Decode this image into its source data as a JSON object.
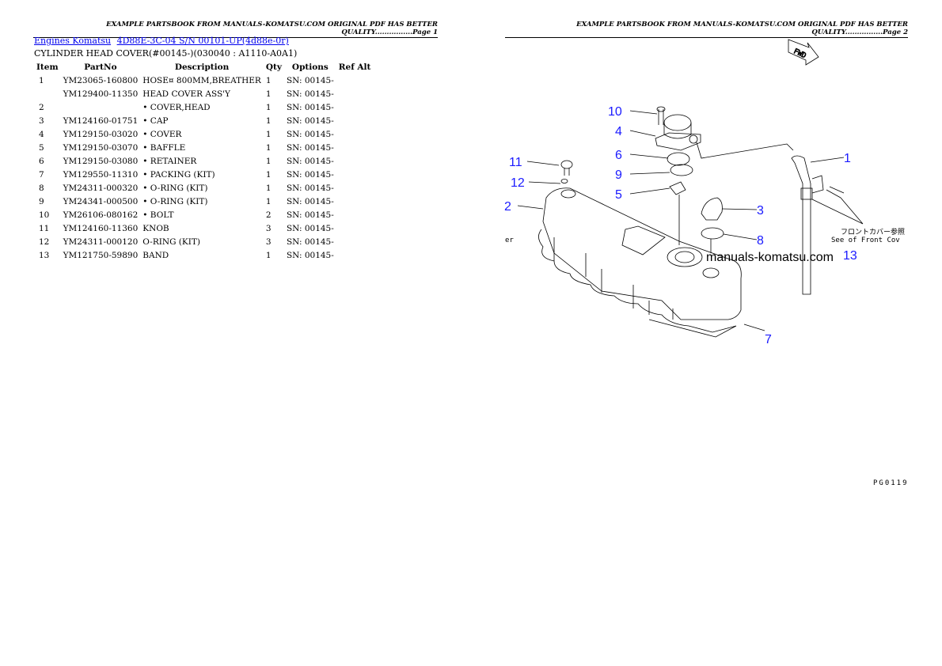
{
  "page1": {
    "header": "EXAMPLE PARTSBOOK FROM MANUALS-KOMATSU.COM ORIGINAL PDF HAS BETTER QUALITY................Page 1",
    "breadcrumbs": [
      "Engines Komatsu",
      "4D88E-3C-04 S/N 00101-UP(4d88e-0r)"
    ],
    "subtitle": "CYLINDER HEAD COVER(#00145-)(030040 : A1110-A0A1)",
    "columns": [
      "Item",
      "PartNo",
      "Description",
      "Qty",
      "Options",
      "Ref Alt"
    ],
    "rows": [
      {
        "item": "1",
        "part": "YM23065-160800",
        "desc": "HOSE¤ 800MM,BREATHER",
        "qty": "1",
        "options": "SN: 00145-"
      },
      {
        "item": "",
        "part": "YM129400-11350",
        "desc": "HEAD COVER ASS'Y",
        "qty": "1",
        "options": "SN: 00145-"
      },
      {
        "item": "2",
        "part": "",
        "desc": "• COVER,HEAD",
        "qty": "1",
        "options": "SN: 00145-"
      },
      {
        "item": "3",
        "part": "YM124160-01751",
        "desc": "• CAP",
        "qty": "1",
        "options": "SN: 00145-"
      },
      {
        "item": "4",
        "part": "YM129150-03020",
        "desc": "• COVER",
        "qty": "1",
        "options": "SN: 00145-"
      },
      {
        "item": "5",
        "part": "YM129150-03070",
        "desc": "• BAFFLE",
        "qty": "1",
        "options": "SN: 00145-"
      },
      {
        "item": "6",
        "part": "YM129150-03080",
        "desc": "• RETAINER",
        "qty": "1",
        "options": "SN: 00145-"
      },
      {
        "item": "7",
        "part": "YM129550-11310",
        "desc": "• PACKING (KIT)",
        "qty": "1",
        "options": "SN: 00145-"
      },
      {
        "item": "8",
        "part": "YM24311-000320",
        "desc": "• O-RING (KIT)",
        "qty": "1",
        "options": "SN: 00145-"
      },
      {
        "item": "9",
        "part": "YM24341-000500",
        "desc": "• O-RING (KIT)",
        "qty": "1",
        "options": "SN: 00145-"
      },
      {
        "item": "10",
        "part": "YM26106-080162",
        "desc": "• BOLT",
        "qty": "2",
        "options": "SN: 00145-"
      },
      {
        "item": "11",
        "part": "YM124160-11360",
        "desc": "KNOB",
        "qty": "3",
        "options": "SN: 00145-"
      },
      {
        "item": "12",
        "part": "YM24311-000120",
        "desc": "O-RING (KIT)",
        "qty": "3",
        "options": "SN: 00145-"
      },
      {
        "item": "13",
        "part": "YM121750-59890",
        "desc": "BAND",
        "qty": "1",
        "options": "SN: 00145-"
      }
    ]
  },
  "page2": {
    "header": "EXAMPLE PARTSBOOK FROM MANUALS-KOMATSU.COM ORIGINAL PDF HAS BETTER QUALITY................Page 2",
    "fwd_label": "FWD",
    "callouts": [
      "10",
      "4",
      "6",
      "9",
      "5",
      "11",
      "12",
      "2",
      "1",
      "3",
      "8",
      "13",
      "7"
    ],
    "note_jp": "フロントカバー参照",
    "note_en": "See of Front Cov",
    "left_fragment": "er",
    "watermark": "manuals-komatsu.com",
    "page_code": "PG0119",
    "callout_color": "#1a1aff"
  }
}
